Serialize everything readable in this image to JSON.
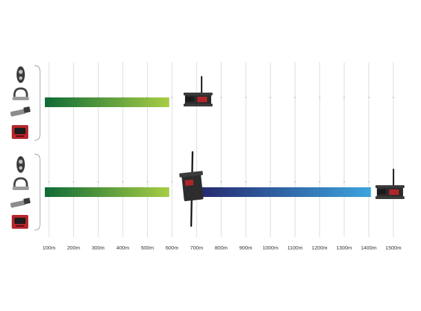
{
  "chart_data": {
    "type": "bar",
    "title": "",
    "xlabel": "",
    "ylabel": "",
    "x_unit": "m",
    "xlim": [
      100,
      1500
    ],
    "grid": true,
    "tick_values": [
      100,
      200,
      300,
      400,
      500,
      600,
      700,
      800,
      900,
      1000,
      1100,
      1200,
      1300,
      1400,
      1500
    ],
    "tick_labels": [
      "100m",
      "200m",
      "300m",
      "400m",
      "500m",
      "600m",
      "700m",
      "800m",
      "900m",
      "1000m",
      "1100m",
      "1200m",
      "1300m",
      "1400m",
      "1500m"
    ],
    "rows": [
      {
        "segments": [
          {
            "start": 100,
            "end": 600,
            "color_start": "#0e6b36",
            "color_end": "#a7cd45",
            "end_device": "gateway-icon"
          }
        ],
        "sensor_icons": [
          "shackle-load-pin-icon",
          "bow-shackle-icon",
          "load-cell-icon",
          "display-unit-icon"
        ]
      },
      {
        "segments": [
          {
            "start": 100,
            "end": 600,
            "color_start": "#0e6b36",
            "color_end": "#a7cd45",
            "end_device": "repeater-icon"
          },
          {
            "start": 710,
            "end": 1420,
            "color_start": "#25266b",
            "color_end": "#3ca4de",
            "end_device": "gateway-icon"
          }
        ],
        "sensor_icons": [
          "shackle-load-pin-icon",
          "bow-shackle-icon",
          "load-cell-icon",
          "display-unit-icon"
        ]
      }
    ]
  }
}
